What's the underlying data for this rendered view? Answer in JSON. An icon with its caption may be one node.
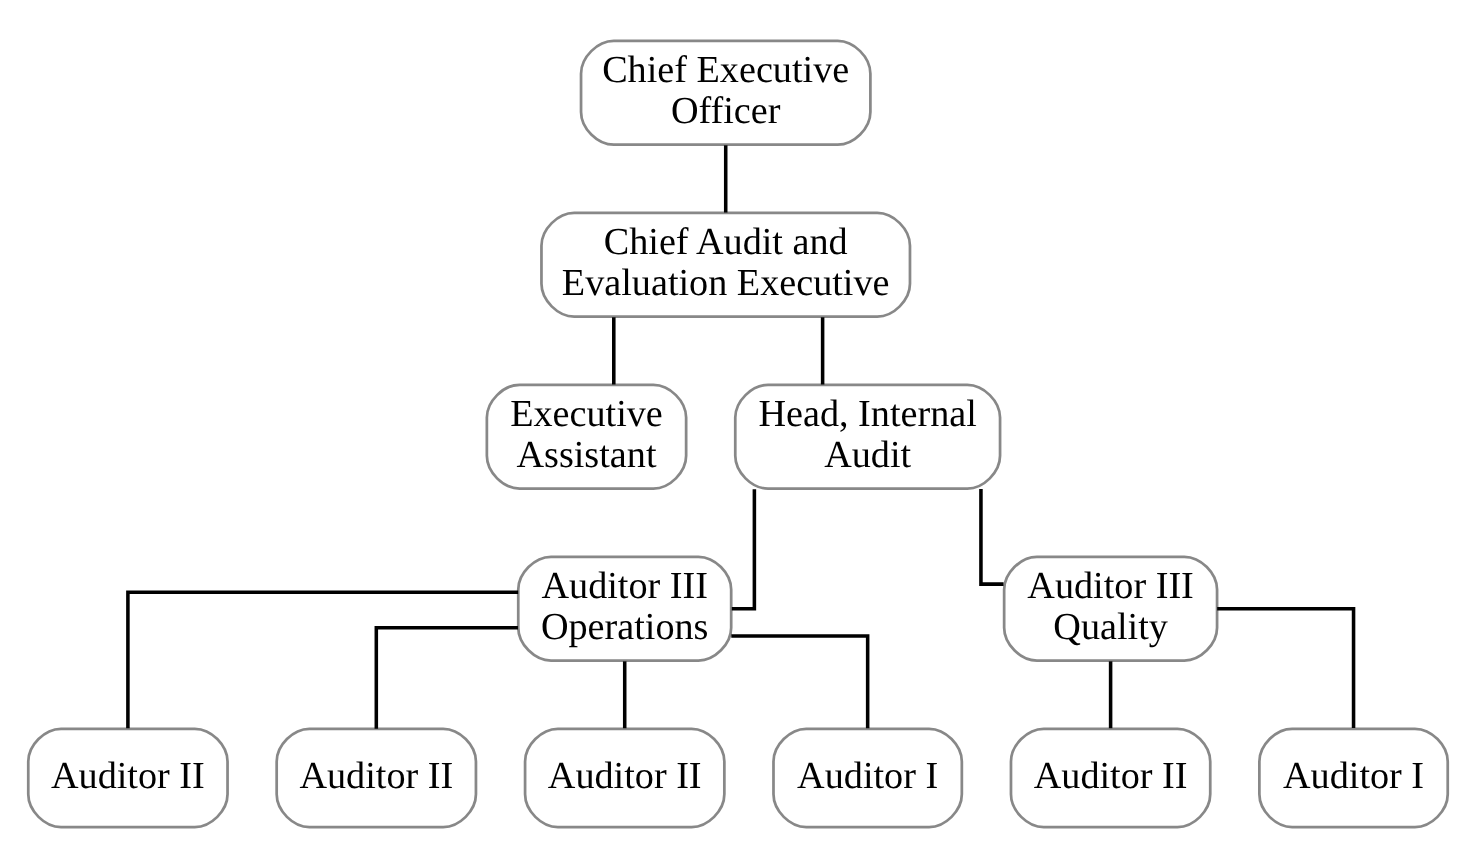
{
  "diagram": {
    "nodes": [
      {
        "text": [
          "Chief Executive Officer"
        ]
      },
      {
        "text": [
          "Chief Audit and Evaluation Executive"
        ]
      },
      {
        "text": [
          "Executive Assistant"
        ]
      },
      {
        "text": [
          "Head, Internal Audit"
        ]
      },
      {
        "text": [
          "Auditor III Operations"
        ]
      },
      {
        "text": [
          "Auditor III Quality"
        ]
      },
      {
        "text": [
          "Auditor II"
        ]
      },
      {
        "text": [
          "Auditor II"
        ]
      },
      {
        "text": [
          "Auditor II"
        ]
      },
      {
        "text": [
          "Auditor I"
        ]
      },
      {
        "text": [
          "Auditor II"
        ]
      },
      {
        "text": [
          "Auditor I"
        ]
      }
    ],
    "edges": [
      {
        "from": 0,
        "to": 1,
        "arrow": "none"
      },
      {
        "from": 1,
        "to": 2,
        "arrow": "none"
      },
      {
        "from": 1,
        "to": 3,
        "arrow": "none"
      },
      {
        "from": 3,
        "to": 4,
        "arrow": "none"
      },
      {
        "from": 3,
        "to": 5,
        "arrow": "none"
      },
      {
        "from": 4,
        "to": 6,
        "arrow": "none"
      },
      {
        "from": 4,
        "to": 7,
        "arrow": "none"
      },
      {
        "from": 4,
        "to": 8,
        "arrow": "none"
      },
      {
        "from": 4,
        "to": 9,
        "arrow": "none"
      },
      {
        "from": 5,
        "to": 10,
        "arrow": "none"
      },
      {
        "from": 5,
        "to": 11,
        "arrow": "none"
      }
    ]
  }
}
